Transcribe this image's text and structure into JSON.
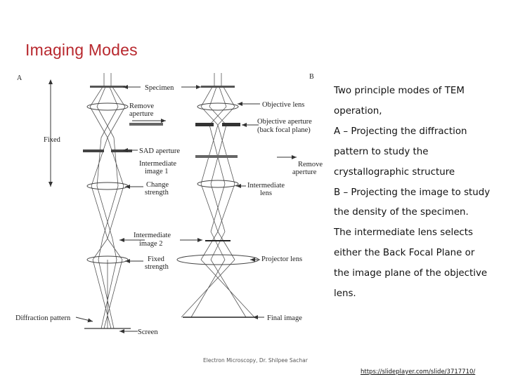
{
  "slide": {
    "title": "Imaging Modes",
    "body_lines": [
      "Two principle modes of TEM",
      "operation,",
      "A –  Projecting the diffraction",
      "pattern to study the",
      "crystallographic structure",
      "B – Projecting the image to study",
      "the density of the specimen.",
      "The intermediate lens selects",
      "either the Back Focal Plane or",
      "the image plane of the objective",
      "lens."
    ],
    "credit": "Electron Microscopy, Dr. Shilpee Sachar",
    "source_link": "https://slideplayer.com/slide/3717710/",
    "title_color": "#b8282e"
  },
  "diagram": {
    "panel_a_label": "A",
    "panel_b_label": "B",
    "labels": {
      "specimen": "Specimen",
      "remove_aperture_top_1": "Remove",
      "remove_aperture_top_2": "aperture",
      "fixed": "Fixed",
      "sad_aperture": "SAD aperture",
      "intermediate_image1_1": "Intermediate",
      "intermediate_image1_2": "image 1",
      "change_strength_1": "Change",
      "change_strength_2": "strength",
      "intermediate_image2_1": "Intermediate",
      "intermediate_image2_2": "image 2",
      "fixed_strength_1": "Fixed",
      "fixed_strength_2": "strength",
      "diffraction_pattern": "Diffraction pattern",
      "screen": "Screen",
      "objective_lens": "Objective lens",
      "objective_aperture_1": "Objective aperture",
      "objective_aperture_2": "(back focal plane)",
      "remove_aperture_right_1": "Remove",
      "remove_aperture_right_2": "aperture",
      "intermediate_lens_1": "Intermediate",
      "intermediate_lens_2": "lens",
      "projector_lens": "Projector lens",
      "final_image": "Final image"
    }
  }
}
